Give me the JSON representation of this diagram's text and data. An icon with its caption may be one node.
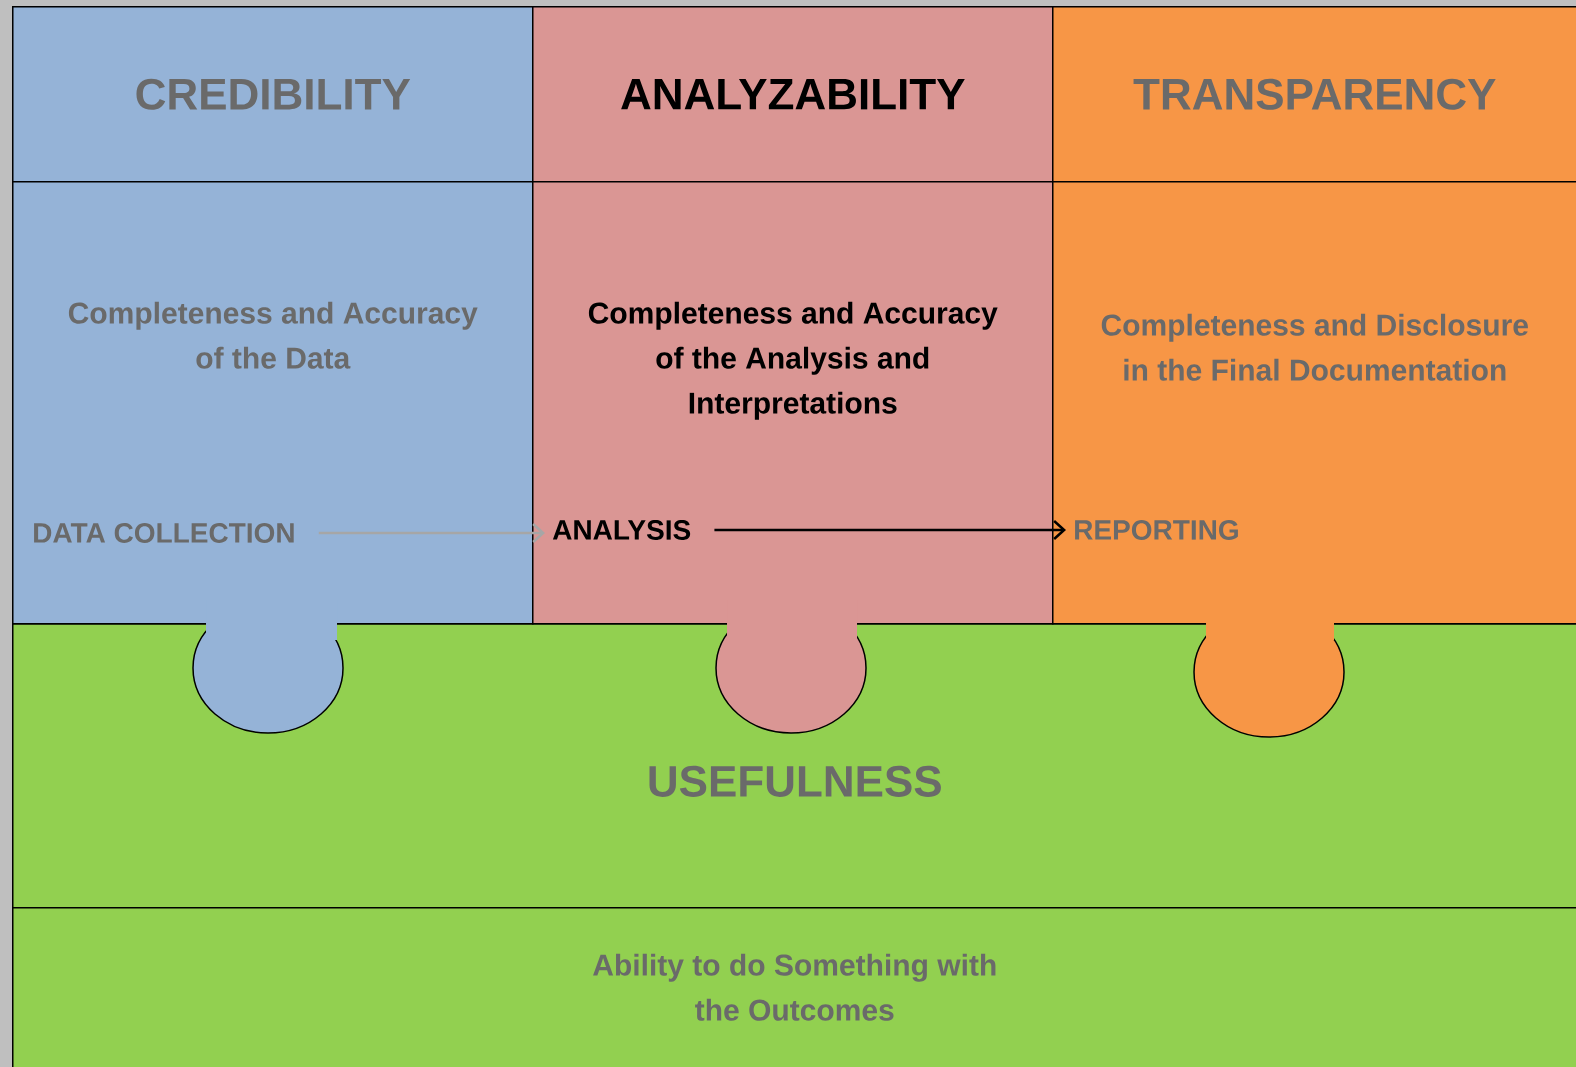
{
  "diagram": {
    "nodes": [
      {
        "text": [
          "CREDIBILITY"
        ]
      },
      {
        "text": [
          "ANALYZABILITY"
        ]
      },
      {
        "text": [
          "TRANSPARENCY"
        ]
      },
      {
        "text": [
          "Completeness and Accuracy of the Data"
        ]
      },
      {
        "text": [
          "Completeness and Accuracy of the Analysis and Interpretations"
        ]
      },
      {
        "text": [
          "Completeness and Disclosure in the Final Documentation"
        ]
      },
      {
        "text": [
          "DATA COLLECTION"
        ],
        "in": 3
      },
      {
        "text": [
          "ANALYSIS"
        ],
        "in": 4
      },
      {
        "text": [
          "REPORTING"
        ],
        "in": 5
      },
      {
        "text": [
          "USEFULNESS"
        ]
      },
      {
        "text": [
          "Ability to do Something with the Outcomes"
        ]
      }
    ],
    "edges": [
      {
        "from": 6,
        "to": 7,
        "arrow": "to",
        "color": "#a6a6a6"
      },
      {
        "from": 7,
        "to": 8,
        "arrow": "to",
        "color": "#000000"
      }
    ]
  }
}
